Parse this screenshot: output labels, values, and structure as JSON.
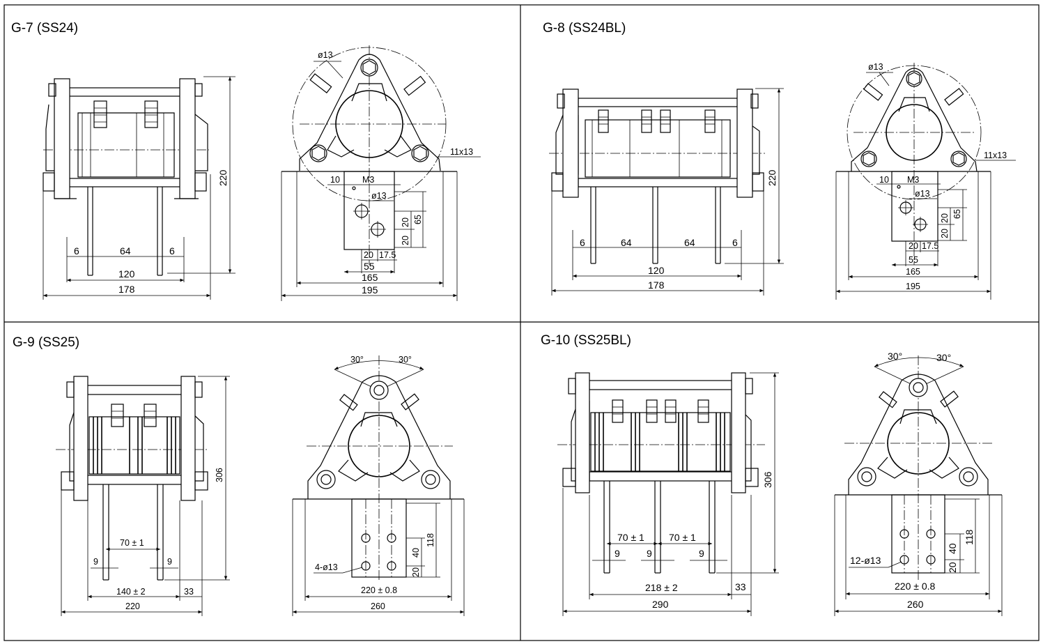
{
  "panels": [
    {
      "title": "G-7 (SS24)",
      "side": {
        "d1": "6",
        "d2": "64",
        "d3": "6",
        "w1": "120",
        "w2": "178",
        "h": "220"
      },
      "end": {
        "hole": "ø13",
        "slot": "11x13",
        "d10": "10",
        "thread": "M3",
        "hole2": "ø13",
        "v1": "20",
        "v2": "20",
        "v3": "65",
        "h1": "20",
        "h2": "17.5",
        "w1": "55",
        "w2": "165",
        "w3": "195"
      }
    },
    {
      "title": "G-8 (SS24BL)",
      "side": {
        "d1": "6",
        "d2": "64",
        "d3": "64",
        "d4": "6",
        "w1": "120",
        "w2": "178",
        "h": "220"
      },
      "end": {
        "hole": "ø13",
        "slot": "11x13",
        "d10": "10",
        "thread": "M3",
        "hole2": "ø13",
        "v1": "20",
        "v2": "20",
        "v3": "65",
        "h1": "20",
        "h2": "17.5",
        "w1": "55",
        "w2": "165",
        "w3": "195"
      }
    },
    {
      "title": "G-9  (SS25)",
      "side": {
        "d70": "70 ± 1",
        "d9a": "9",
        "d9b": "9",
        "w1": "140 ± 2",
        "d33": "33",
        "w2": "220",
        "h": "306"
      },
      "end": {
        "a1": "30°",
        "a2": "30°",
        "holes": "4-ø13",
        "v1": "40",
        "v2": "20",
        "v3": "118",
        "w1": "220 ± 0.8",
        "w2": "260"
      }
    },
    {
      "title": "G-10 (SS25BL)",
      "side": {
        "d70a": "70 ± 1",
        "d70b": "70 ± 1",
        "d9a": "9",
        "d9b": "9",
        "d9c": "9",
        "w1": "218 ± 2",
        "d33": "33",
        "w2": "290",
        "h": "306"
      },
      "end": {
        "a1": "30°",
        "a2": "30°",
        "holes": "12-ø13",
        "v1": "40",
        "v2": "20",
        "v3": "118",
        "w1": "220 ± 0.8",
        "w2": "260"
      }
    }
  ]
}
